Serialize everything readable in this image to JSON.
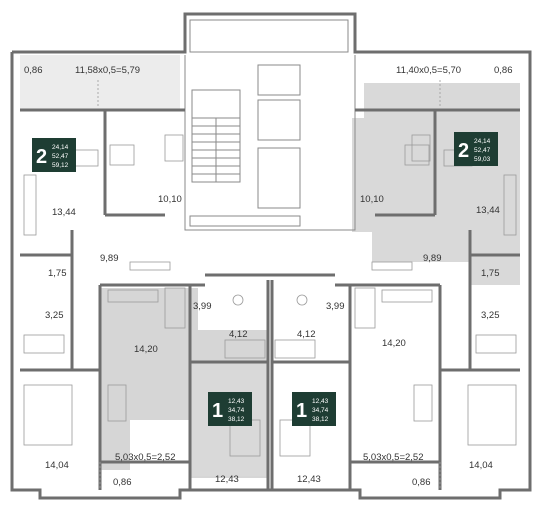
{
  "colors": {
    "badge": "#1e3d33",
    "highlight_fill": "#d9d9d9",
    "wall": "#6e6e6e"
  },
  "apartments": {
    "left_2room": {
      "rooms": "2",
      "areas": [
        "24,14",
        "52,47",
        "59,12"
      ]
    },
    "right_2room": {
      "rooms": "2",
      "areas": [
        "24,14",
        "52,47",
        "59,03"
      ]
    },
    "center_left_1room": {
      "rooms": "1",
      "areas": [
        "12,43",
        "34,74",
        "38,12"
      ]
    },
    "center_right_1room": {
      "rooms": "1",
      "areas": [
        "12,43",
        "34,74",
        "38,12"
      ]
    }
  },
  "room_labels": {
    "balcony_tl_small": "0,86",
    "balcony_tl_long": "11,58x0,5=5,79",
    "balcony_tr_long": "11,40x0,5=5,70",
    "balcony_tr_small": "0,86",
    "room_l_13": "13,44",
    "room_l_10": "10,10",
    "room_r_10": "10,10",
    "room_r_13": "13,44",
    "hall_l": "9,89",
    "hall_r": "9,89",
    "wc_l": "1,75",
    "wc_r": "1,75",
    "bath_l": "3,25",
    "bath_r": "3,25",
    "hall_cl": "3,99",
    "hall_cr": "3,99",
    "bath_cl": "4,12",
    "bath_cr": "4,12",
    "kitchen_l": "14,20",
    "kitchen_r": "14,20",
    "bed_l": "14,04",
    "bed_r": "14,04",
    "balcony_bl": "5,03x0,5=2,52",
    "balcony_br": "5,03x0,5=2,52",
    "room_cl": "12,43",
    "room_cr": "12,43",
    "balcony_bl_small": "0,86",
    "balcony_br_small": "0,86"
  }
}
